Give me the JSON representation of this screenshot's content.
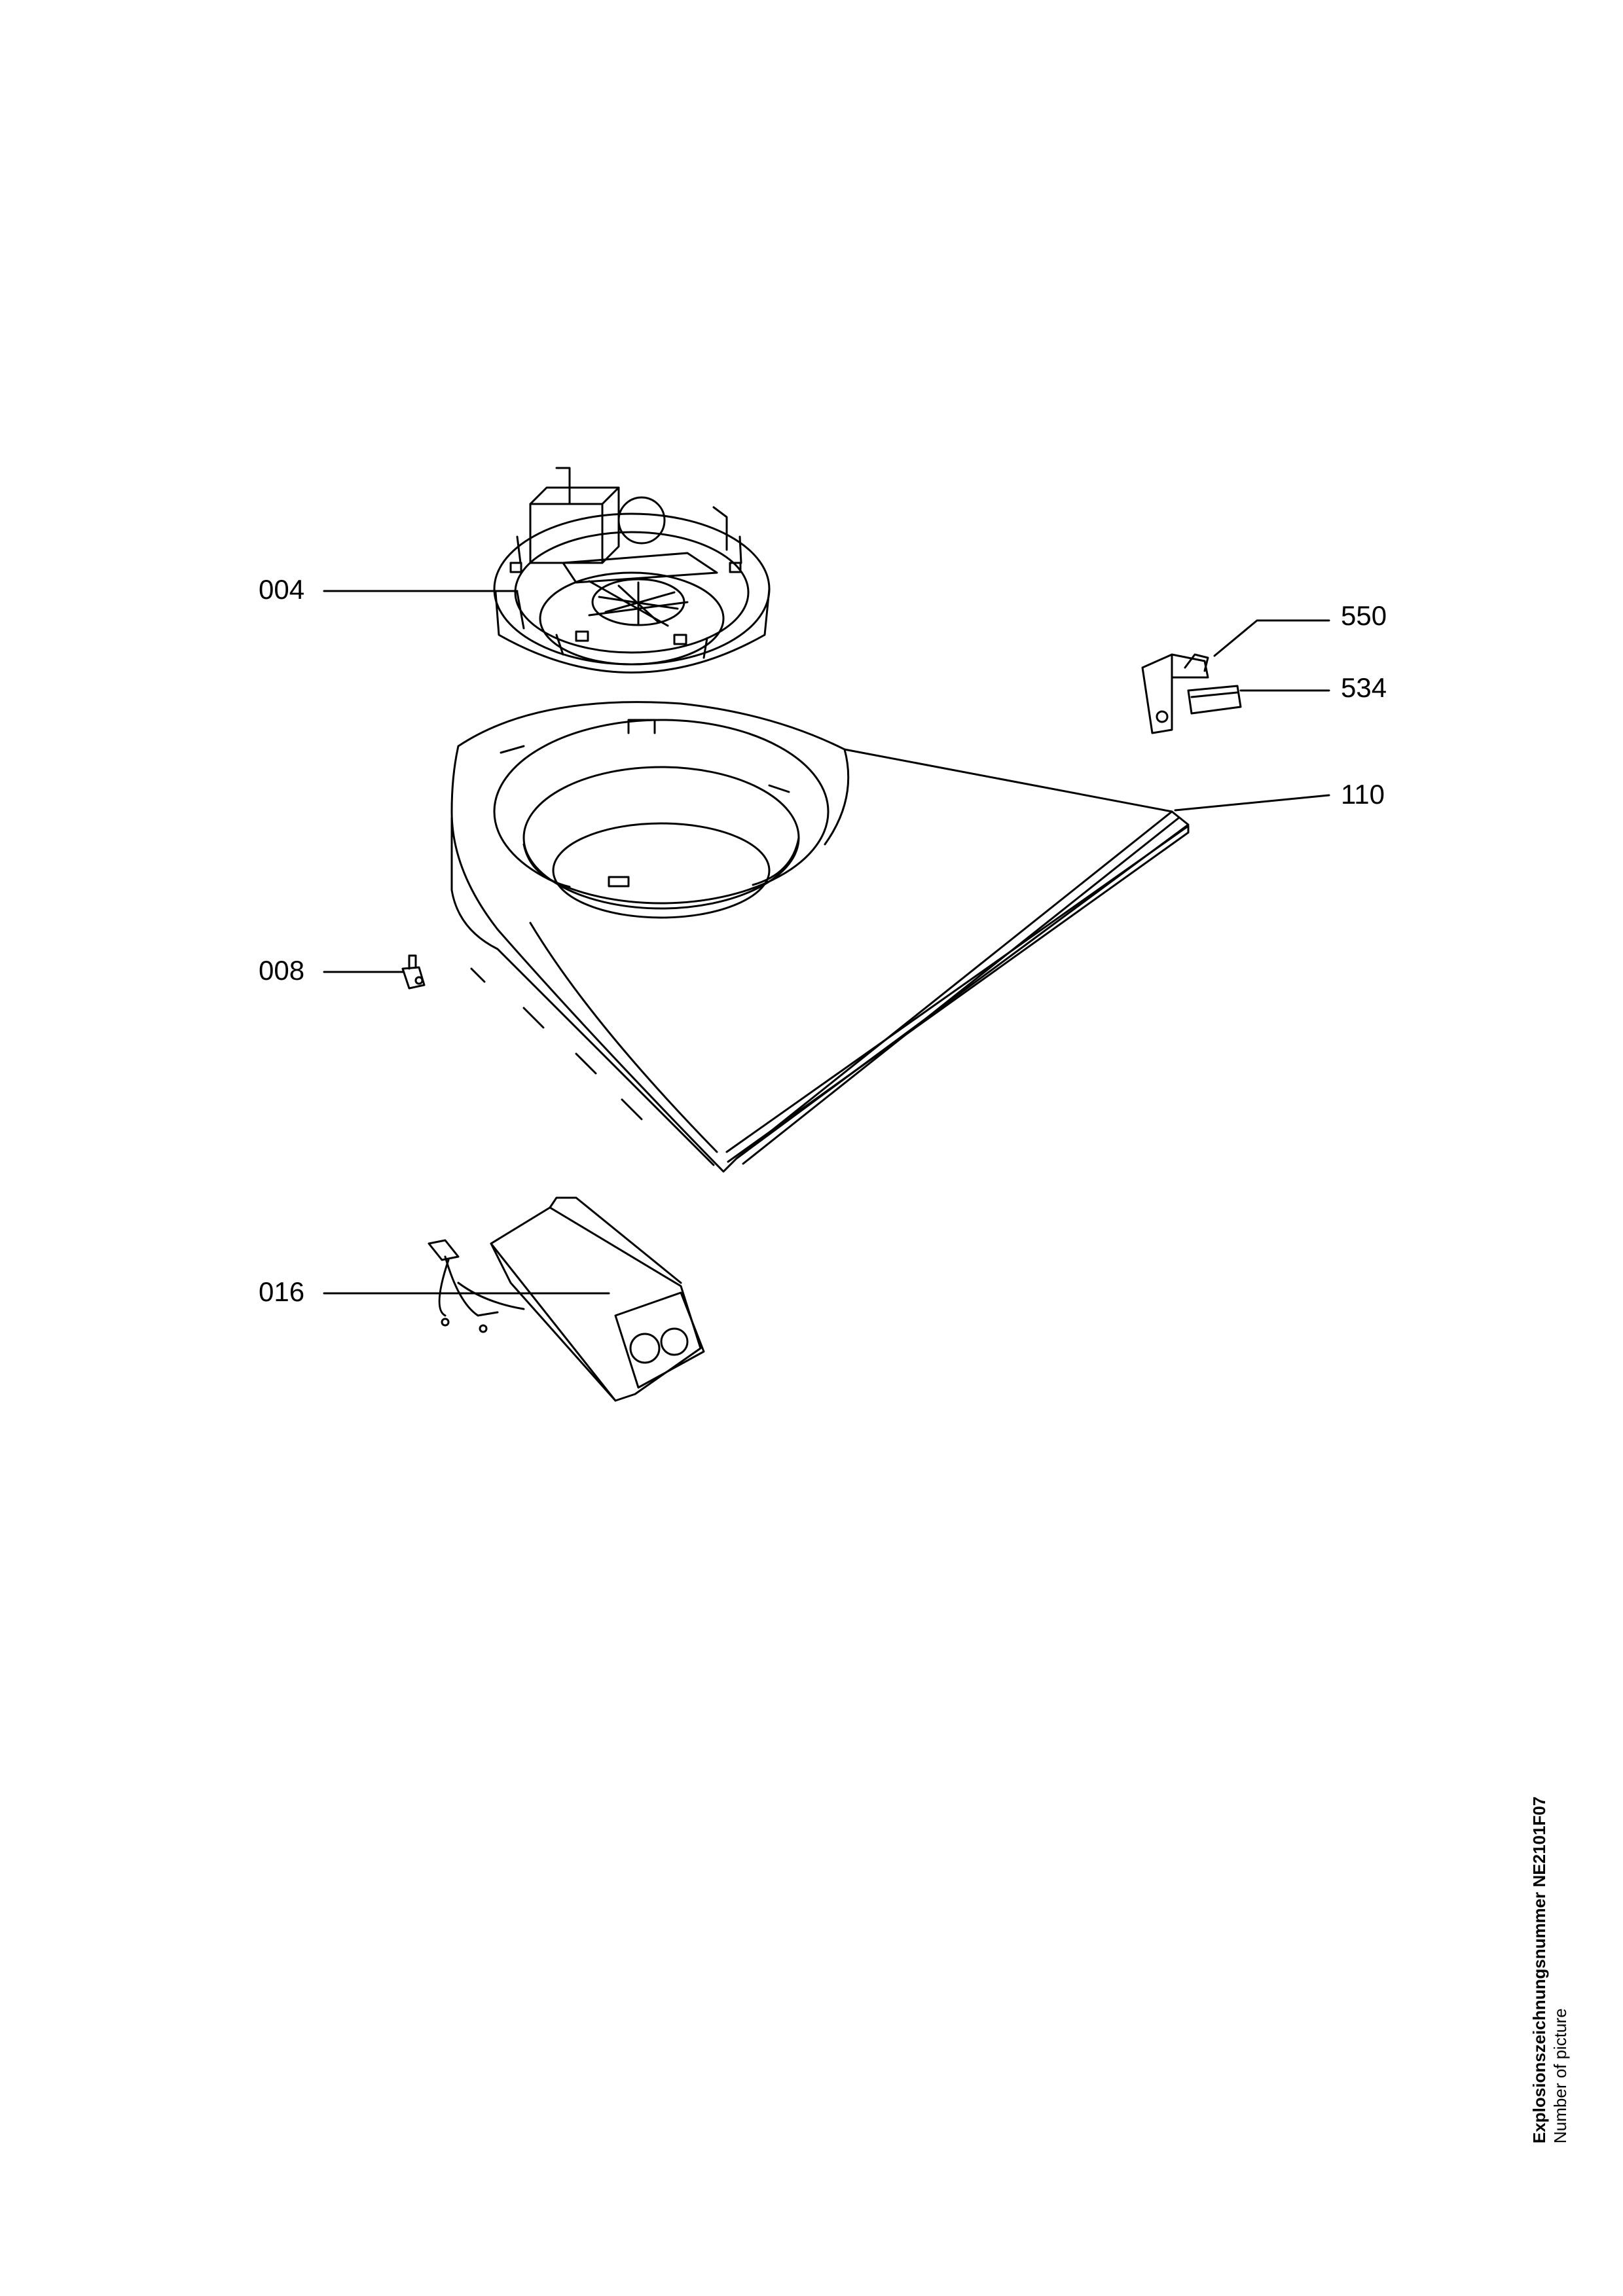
{
  "callouts": {
    "c004": "004",
    "c008": "008",
    "c016": "016",
    "c110": "110",
    "c534": "534",
    "c550": "550"
  },
  "footer": {
    "drawing_number": "Explosionszeichnungsnummer NE2101F07",
    "caption": "Number of picture"
  }
}
